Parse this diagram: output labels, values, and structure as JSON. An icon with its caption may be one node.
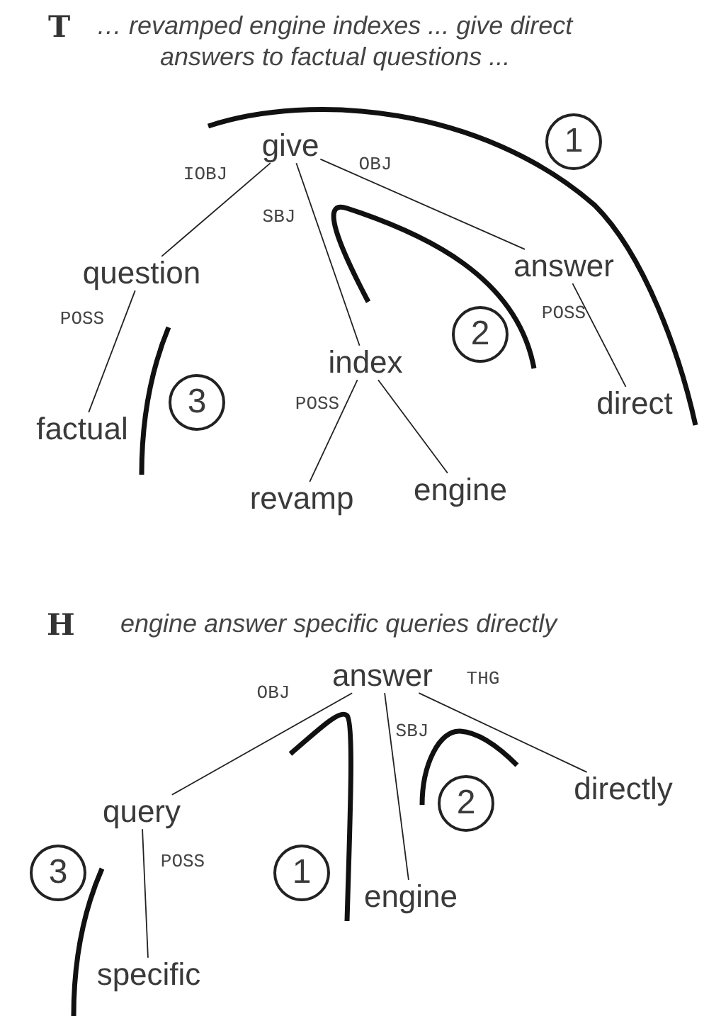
{
  "diagram": {
    "nodes": [
      {
        "text": [
          "give"
        ]
      },
      {
        "text": [
          "question"
        ]
      },
      {
        "text": [
          "answer"
        ]
      },
      {
        "text": [
          "index"
        ]
      },
      {
        "text": [
          "factual"
        ]
      },
      {
        "text": [
          "direct"
        ]
      },
      {
        "text": [
          "revamp"
        ]
      },
      {
        "text": [
          "engine"
        ]
      },
      {
        "text": [
          "1"
        ]
      },
      {
        "text": [
          "2"
        ]
      },
      {
        "text": [
          "3"
        ]
      },
      {
        "text": [
          "answer"
        ]
      },
      {
        "text": [
          "query"
        ]
      },
      {
        "text": [
          "directly"
        ]
      },
      {
        "text": [
          "engine"
        ]
      },
      {
        "text": [
          "specific"
        ]
      },
      {
        "text": [
          "3"
        ]
      },
      {
        "text": [
          "1"
        ]
      },
      {
        "text": [
          "2"
        ]
      }
    ],
    "edges": [
      {
        "from": 0,
        "to": 1,
        "arrow": "none",
        "label": "IOBJ"
      },
      {
        "from": 0,
        "to": 3,
        "arrow": "none",
        "label": "SBJ"
      },
      {
        "from": 0,
        "to": 2,
        "arrow": "none",
        "label": "OBJ"
      },
      {
        "from": 1,
        "to": 4,
        "arrow": "none",
        "label": "POSS"
      },
      {
        "from": 2,
        "to": 5,
        "arrow": "none",
        "label": "POSS"
      },
      {
        "from": 3,
        "to": 6,
        "arrow": "none",
        "label": "POSS"
      },
      {
        "from": 3,
        "to": 7,
        "arrow": "none"
      },
      {
        "from": 11,
        "to": 12,
        "arrow": "none",
        "label": "OBJ"
      },
      {
        "from": 11,
        "to": 14,
        "arrow": "none",
        "label": "SBJ"
      },
      {
        "from": 11,
        "to": 13,
        "arrow": "none",
        "label": "THG"
      },
      {
        "from": 12,
        "to": 15,
        "arrow": "none",
        "label": "POSS"
      }
    ],
    "labels": [
      "T",
      "… revamped engine indexes ... give direct answers to factual questions ...",
      "H",
      "engine answer specific queries directly"
    ]
  }
}
